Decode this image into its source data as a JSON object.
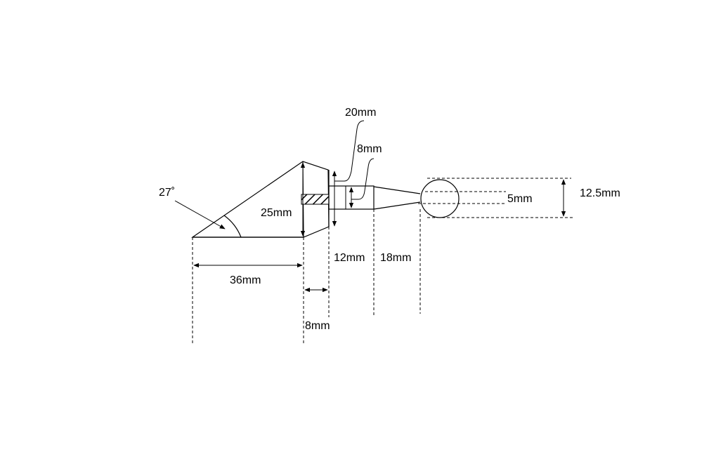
{
  "labels": {
    "angle": "27˚",
    "base_length": "36mm",
    "height": "25mm",
    "flange_thickness": "8mm",
    "flange_height": "20mm",
    "neck_diameter": "8mm",
    "neck_length": "12mm",
    "taper_length": "18mm",
    "ball_gap": "5mm",
    "ball_diameter": "12.5mm"
  }
}
